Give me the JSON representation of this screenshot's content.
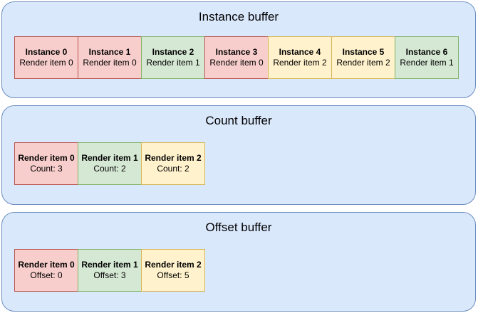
{
  "colors": {
    "panel_fill": "#dae8fc",
    "panel_stroke": "#6c8ebf",
    "red_fill": "#f8cecc",
    "red_stroke": "#b85450",
    "green_fill": "#d5e8d4",
    "green_stroke": "#82b366",
    "yellow_fill": "#fff2cc",
    "yellow_stroke": "#d6b656",
    "text": "#000000"
  },
  "panels": [
    {
      "title": "Instance buffer",
      "cells": [
        {
          "line1": "Instance 0",
          "line2": "Render item 0",
          "color": "red"
        },
        {
          "line1": "Instance 1",
          "line2": "Render item 0",
          "color": "red"
        },
        {
          "line1": "Instance 2",
          "line2": "Render item 1",
          "color": "green"
        },
        {
          "line1": "Instance 3",
          "line2": "Render item 0",
          "color": "red"
        },
        {
          "line1": "Instance 4",
          "line2": "Render item 2",
          "color": "yellow"
        },
        {
          "line1": "Instance 5",
          "line2": "Render item 2",
          "color": "yellow"
        },
        {
          "line1": "Instance 6",
          "line2": "Render item 1",
          "color": "green"
        }
      ]
    },
    {
      "title": "Count buffer",
      "cells": [
        {
          "line1": "Render item 0",
          "line2": "Count: 3",
          "color": "red"
        },
        {
          "line1": "Render item 1",
          "line2": "Count: 2",
          "color": "green"
        },
        {
          "line1": "Render item 2",
          "line2": "Count: 2",
          "color": "yellow"
        }
      ]
    },
    {
      "title": "Offset buffer",
      "cells": [
        {
          "line1": "Render item 0",
          "line2": "Offset: 0",
          "color": "red"
        },
        {
          "line1": "Render item 1",
          "line2": "Offset: 3",
          "color": "green"
        },
        {
          "line1": "Render item 2",
          "line2": "Offset: 5",
          "color": "yellow"
        }
      ]
    }
  ]
}
